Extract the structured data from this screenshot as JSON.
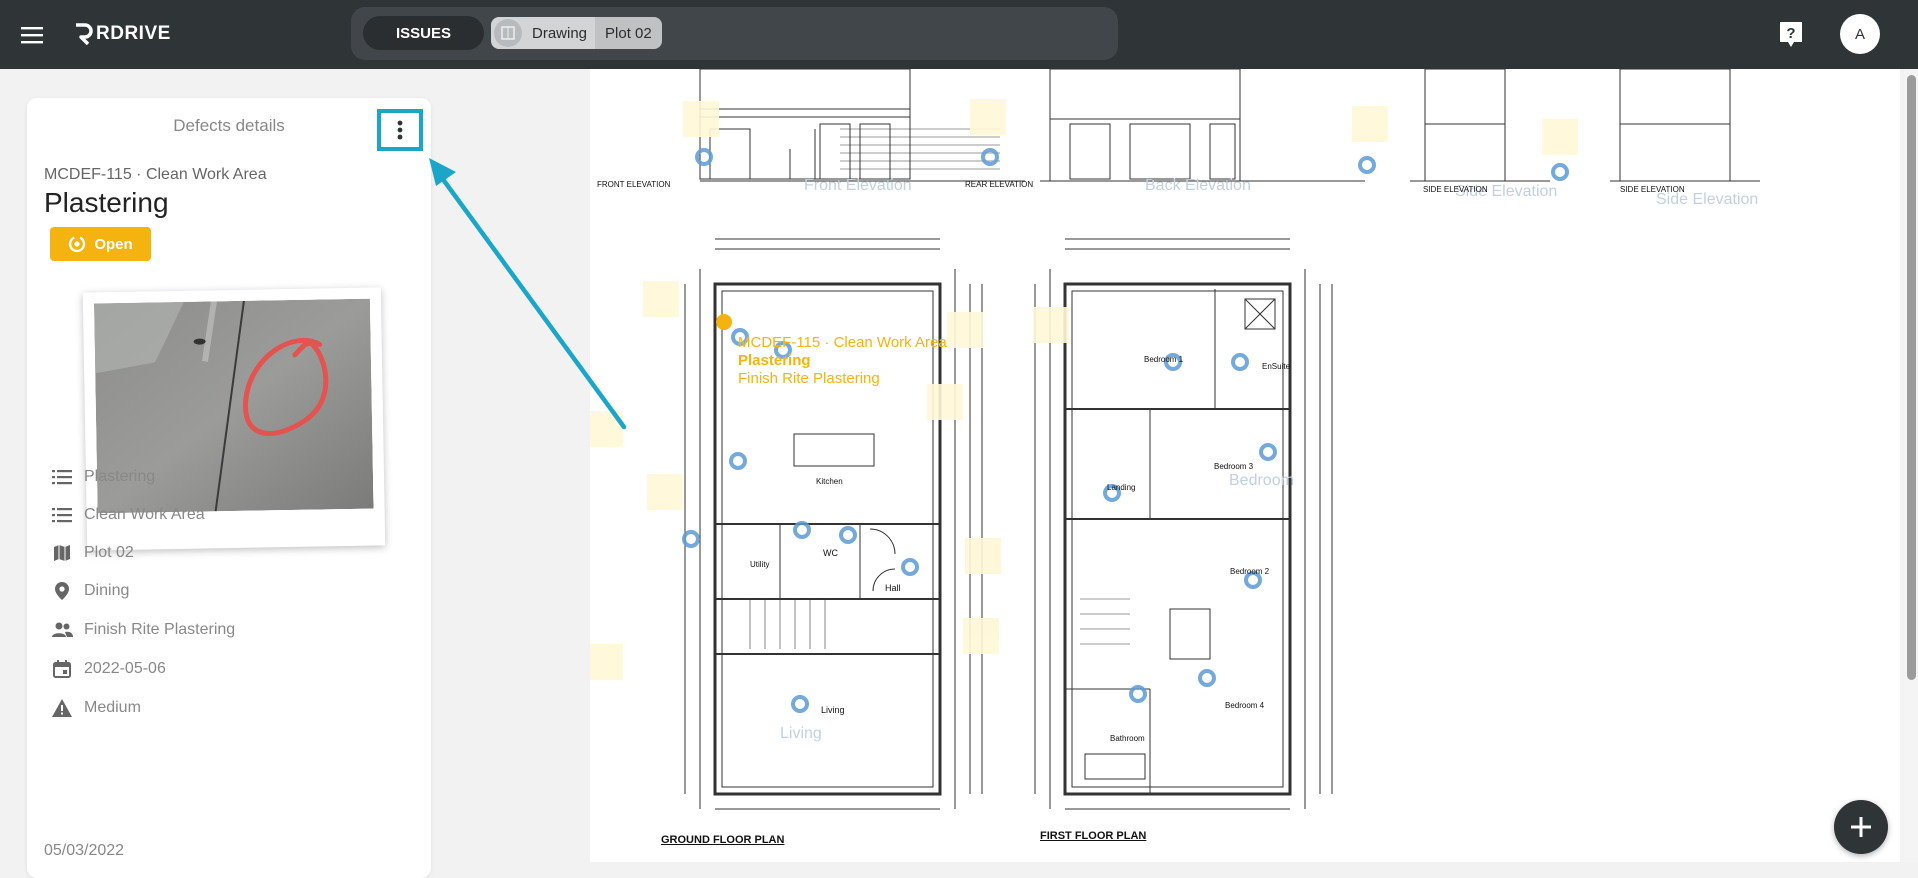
{
  "app": {
    "logo_text": "RDRIVE"
  },
  "header": {
    "issues_label": "ISSUES",
    "breadcrumb": {
      "drawing": "Drawing",
      "plot": "Plot 02"
    },
    "avatar_letter": "A",
    "help_icon": "help-icon",
    "menu_icon": "hamburger-menu-icon"
  },
  "panel": {
    "title": "Defects details",
    "reference": "MCDEF-115 · Clean Work Area",
    "issue_title": "Plastering",
    "status": "Open",
    "status_color": "#f5b30f",
    "meta": [
      {
        "icon": "list-icon",
        "value": "Plastering"
      },
      {
        "icon": "list-icon",
        "value": "Clean Work Area"
      },
      {
        "icon": "map-icon",
        "value": "Plot 02"
      },
      {
        "icon": "location-pin-icon",
        "value": "Dining"
      },
      {
        "icon": "people-icon",
        "value": "Finish Rite Plastering"
      },
      {
        "icon": "calendar-icon",
        "value": "2022-05-06"
      },
      {
        "icon": "warning-icon",
        "value": "Medium"
      }
    ],
    "date": "05/03/2022"
  },
  "drawing": {
    "elevations": [
      "Front Elevation",
      "Back Elevation",
      "Side Elevation",
      "Side Elevation"
    ],
    "elevation_titles": [
      "FRONT ELEVATION",
      "REAR ELEVATION",
      "SIDE ELEVATION",
      "SIDE ELEVATION"
    ],
    "room_labels": [
      "Bedroom",
      "Living"
    ],
    "plan_titles": [
      "GROUND FLOOR PLAN",
      "FIRST FLOOR PLAN"
    ],
    "selected_issue": {
      "line1": "MCDEF-115 · Clean Work Area",
      "line2": "Plastering",
      "line3": "Finish Rite Plastering"
    },
    "ground_rooms": [
      "Kitchen",
      "WC",
      "Utility",
      "Hall",
      "Living"
    ],
    "first_rooms": [
      "Bedroom 1",
      "EnSuite",
      "Bedroom 3",
      "Landing",
      "Bedroom 2",
      "Bedroom 4",
      "Bathroom"
    ],
    "accent_color": "#1ba6c9",
    "pin_color": "#5b9bd5"
  }
}
